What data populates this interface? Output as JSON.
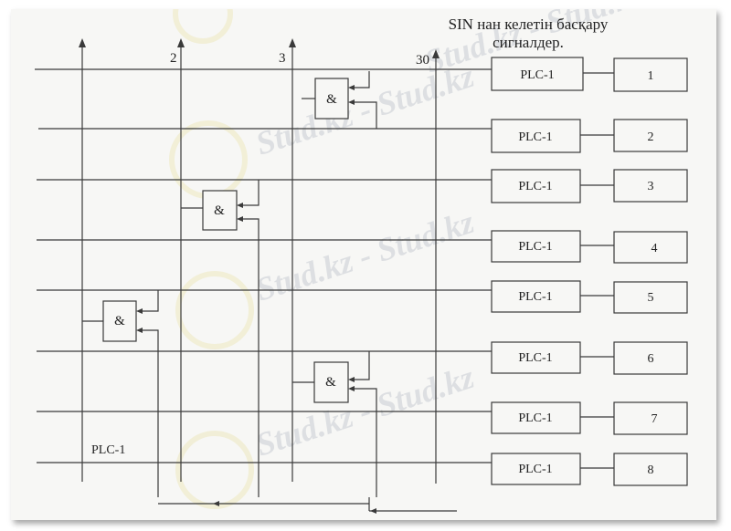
{
  "header": {
    "line1": "SIN нан келетін басқару",
    "line2": "сигналдер."
  },
  "bus_labels": [
    "2",
    "3",
    "30"
  ],
  "rows": [
    {
      "controller": "PLC-1",
      "number": "1"
    },
    {
      "controller": "PLC-1",
      "number": "2"
    },
    {
      "controller": "PLC-1",
      "number": "3"
    },
    {
      "controller": "PLC-1",
      "number": "4"
    },
    {
      "controller": "PLC-1",
      "number": "5"
    },
    {
      "controller": "PLC-1",
      "number": "6"
    },
    {
      "controller": "PLC-1",
      "number": "7"
    },
    {
      "controller": "PLC-1",
      "number": "8"
    }
  ],
  "gates": [
    "&",
    "&",
    "&",
    "&"
  ],
  "bottom_label": "PLC-1",
  "watermark": "Stud.kz - Stud.kz",
  "colors": {
    "line": "#3a3a3a",
    "paper": "#f7f7f5",
    "watermark": "#c9cdd3"
  }
}
